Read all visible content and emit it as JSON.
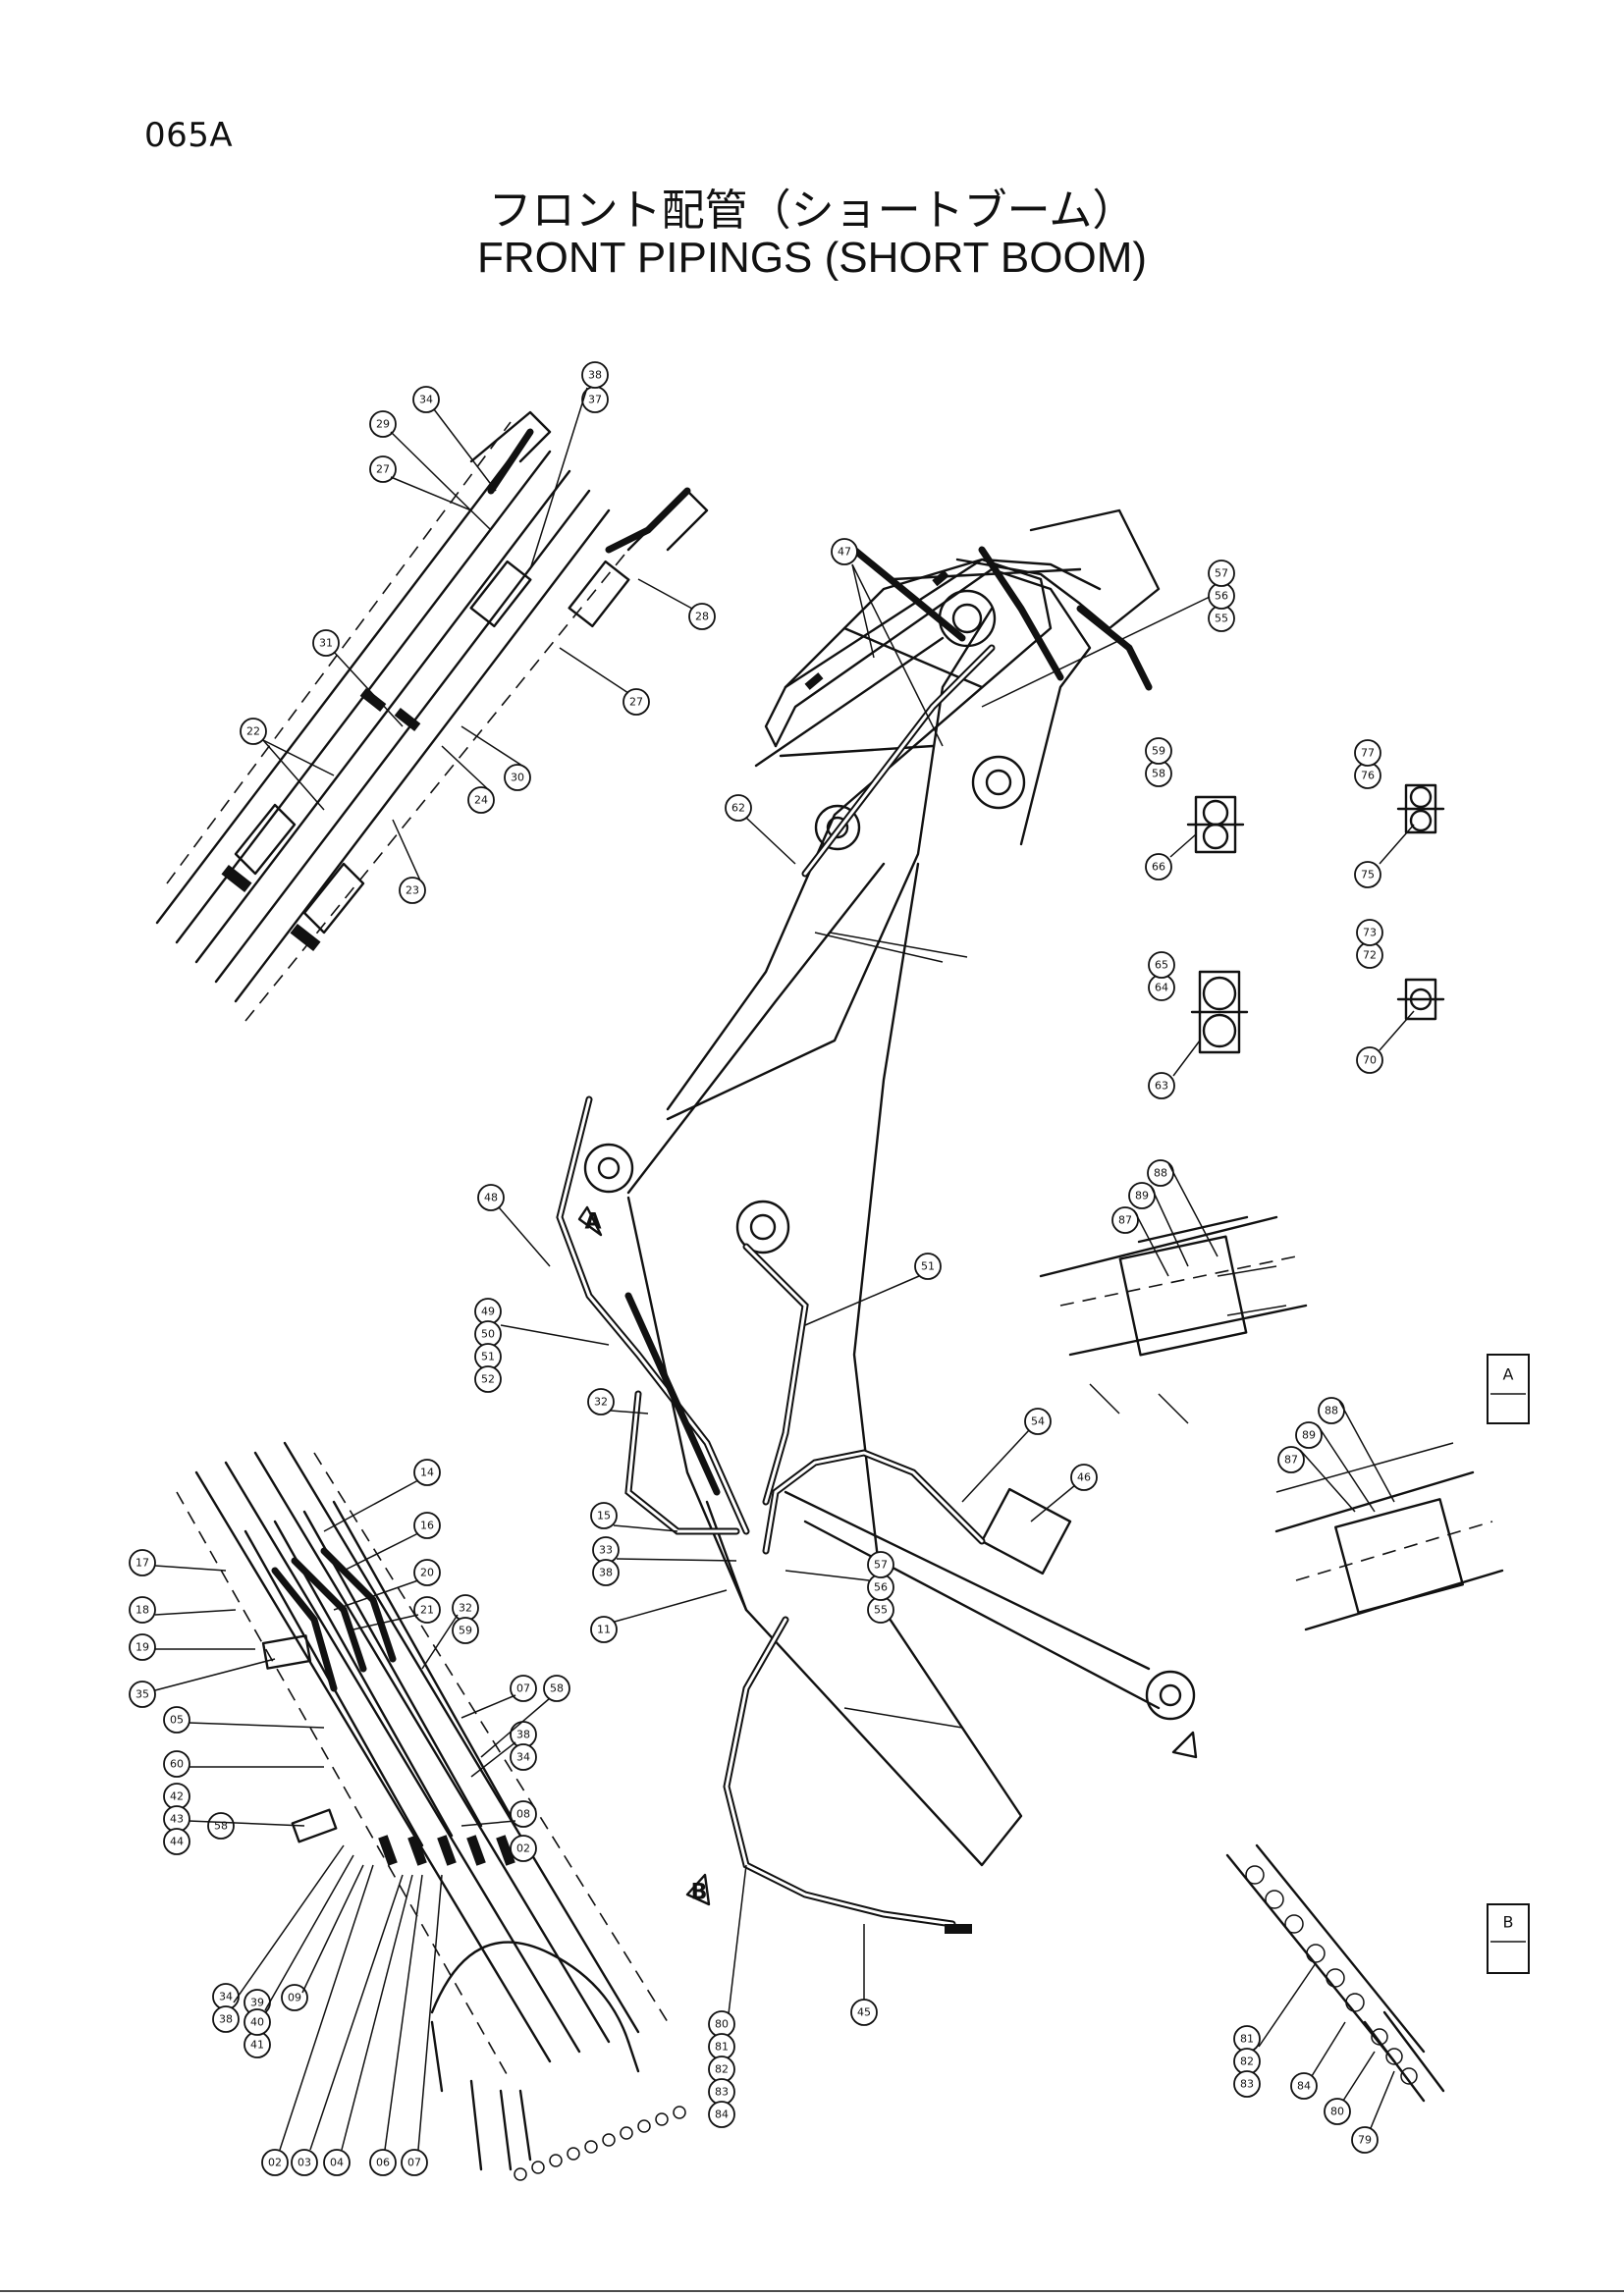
{
  "page_code": "065A",
  "title_jp": "フロント配管（ショートブーム）",
  "title_en": "FRONT PIPINGS (SHORT BOOM)",
  "section_labels": [
    {
      "id": "A",
      "text": "A"
    },
    {
      "id": "B",
      "text": "B"
    }
  ],
  "view_arrows": [
    {
      "id": "A",
      "text": "A"
    },
    {
      "id": "B",
      "text": "B"
    }
  ],
  "part_numbers": {
    "upper_left_detail": [
      "34",
      "37",
      "38",
      "29",
      "27",
      "31",
      "22",
      "23",
      "24",
      "30",
      "27",
      "28"
    ],
    "arm_top": [
      "47",
      "55",
      "56",
      "57",
      "62"
    ],
    "clamp_views": [
      "58",
      "59",
      "66",
      "76",
      "77",
      "75",
      "64",
      "65",
      "63",
      "72",
      "73",
      "70"
    ],
    "boom_mid": [
      "48",
      "49",
      "50",
      "51",
      "52",
      "51",
      "32",
      "15",
      "33",
      "38",
      "11",
      "54",
      "46",
      "55",
      "56",
      "57"
    ],
    "section_views": [
      "87",
      "89",
      "88",
      "87",
      "89",
      "88"
    ],
    "lower_left_detail": [
      "14",
      "16",
      "17",
      "20",
      "21",
      "18",
      "19",
      "35",
      "32",
      "59",
      "05",
      "07",
      "58",
      "60",
      "42",
      "43",
      "44",
      "38",
      "34",
      "08",
      "02",
      "58",
      "34",
      "38",
      "39",
      "09",
      "41",
      "40",
      "02",
      "03",
      "04",
      "06",
      "07"
    ],
    "bottom_hoses": [
      "45",
      "80",
      "81",
      "82",
      "83",
      "84"
    ],
    "rail_view": [
      "81",
      "82",
      "83",
      "84",
      "80",
      "79"
    ]
  }
}
